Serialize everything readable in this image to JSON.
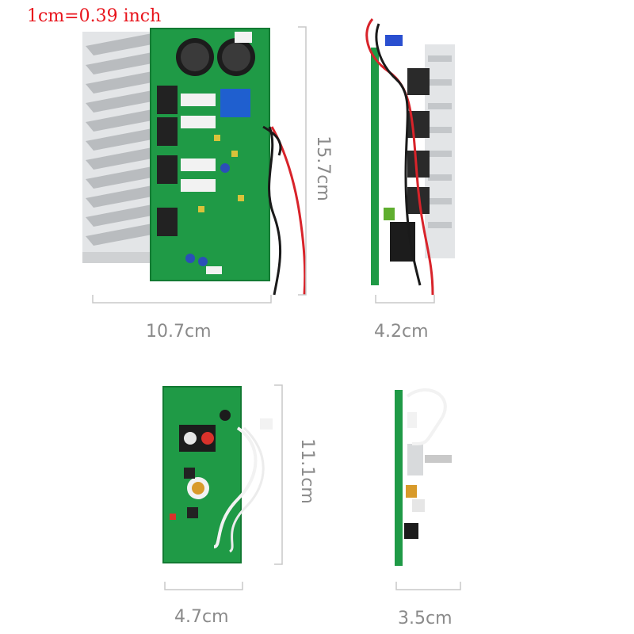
{
  "conversion_note": "1cm=0.39 inch",
  "colors": {
    "pcb_green": "#1f9a46",
    "pcb_green_dark": "#137a33",
    "heatsink": "#d9dbdd",
    "wire_red": "#d8232a",
    "wire_black": "#1a1a1a",
    "dimension_line": "#c8c8c8",
    "label_text": "#8a8a8a",
    "conversion_text": "#e8141c"
  },
  "boards": [
    {
      "id": "power-amp-board-front",
      "width_label": "10.7cm",
      "height_label": "15.7cm"
    },
    {
      "id": "power-amp-board-side",
      "width_label": "4.2cm"
    },
    {
      "id": "preamp-board-front",
      "width_label": "4.7cm",
      "height_label": "11.1cm"
    },
    {
      "id": "preamp-board-side",
      "width_label": "3.5cm"
    }
  ]
}
